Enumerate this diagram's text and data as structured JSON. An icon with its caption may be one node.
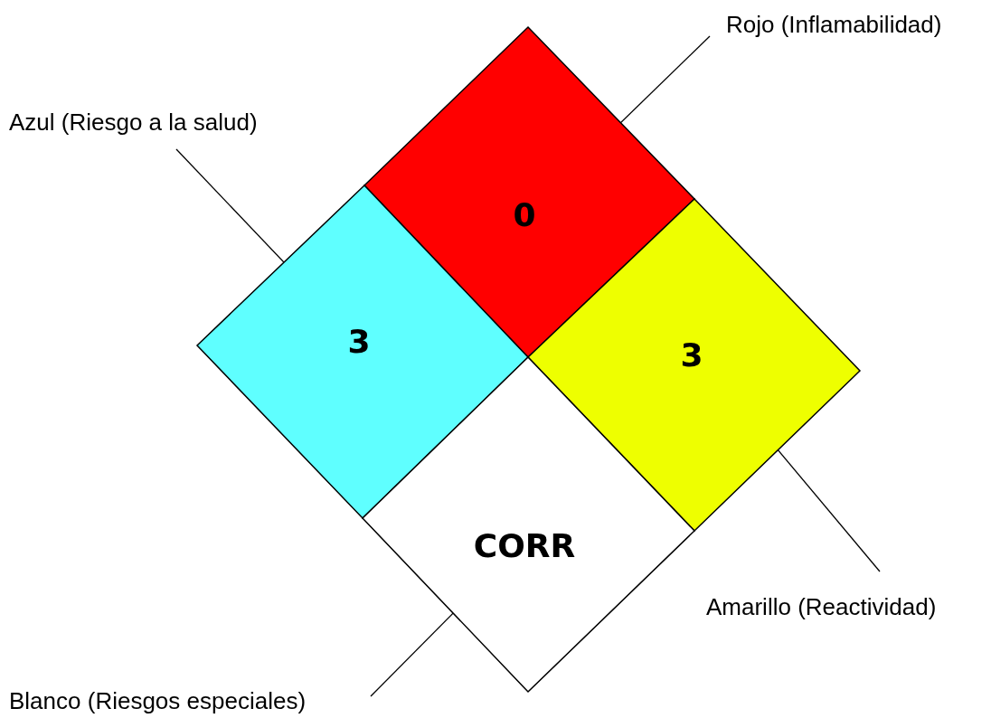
{
  "diagram": {
    "nodes": [
      {
        "text": [
          "Rojo (Inflamabilidad)"
        ]
      },
      {
        "text": [
          "Azul (Riesgo a la salud)"
        ]
      },
      {
        "text": [
          "0"
        ]
      },
      {
        "text": [
          "3"
        ]
      },
      {
        "text": [
          "3"
        ]
      },
      {
        "text": [
          "CORR"
        ]
      },
      {
        "text": [
          "Amarillo (Reactividad)"
        ]
      },
      {
        "text": [
          "Blanco (Riesgos especiales)"
        ]
      }
    ],
    "edges": [
      {
        "from": 0,
        "to": 2,
        "arrow": "none"
      },
      {
        "from": 1,
        "to": 3,
        "arrow": "none"
      },
      {
        "from": 6,
        "to": 4,
        "arrow": "none"
      },
      {
        "from": 7,
        "to": 5,
        "arrow": "none"
      }
    ]
  }
}
